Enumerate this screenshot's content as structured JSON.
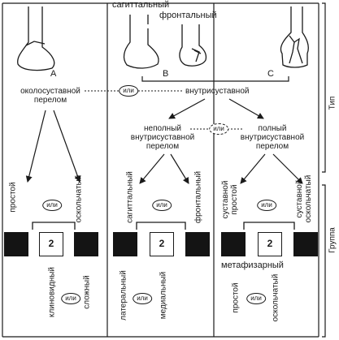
{
  "views": {
    "sagittal": "сагиттальный",
    "frontal": "фронтальный"
  },
  "panel_letters": {
    "a": "A",
    "b": "B",
    "c": "C"
  },
  "or_word": "или",
  "type_level": {
    "periarticular": "околосуставной перелом",
    "intraarticular": "внутрисуставной",
    "incomplete": "неполный внутрисуставной перелом",
    "complete": "полный внутрисуставной перелом"
  },
  "subtypes": {
    "simple": "простой",
    "comminuted": "оскольчатый",
    "sagittal": "сагиттальный",
    "frontal": "фронтальный",
    "articular_simple": "суставной простой",
    "articular_comminuted": "суставной оскольчатый"
  },
  "group_level": {
    "wedge": "клиновидный",
    "complex": "сложный",
    "lateral": "латеральный",
    "medial": "медиальный",
    "metaphyseal": "метафизарный",
    "simple": "простой",
    "comminuted": "оскольчатый"
  },
  "box_number": "2",
  "side_labels": {
    "type": "Тип",
    "group": "Группа"
  }
}
